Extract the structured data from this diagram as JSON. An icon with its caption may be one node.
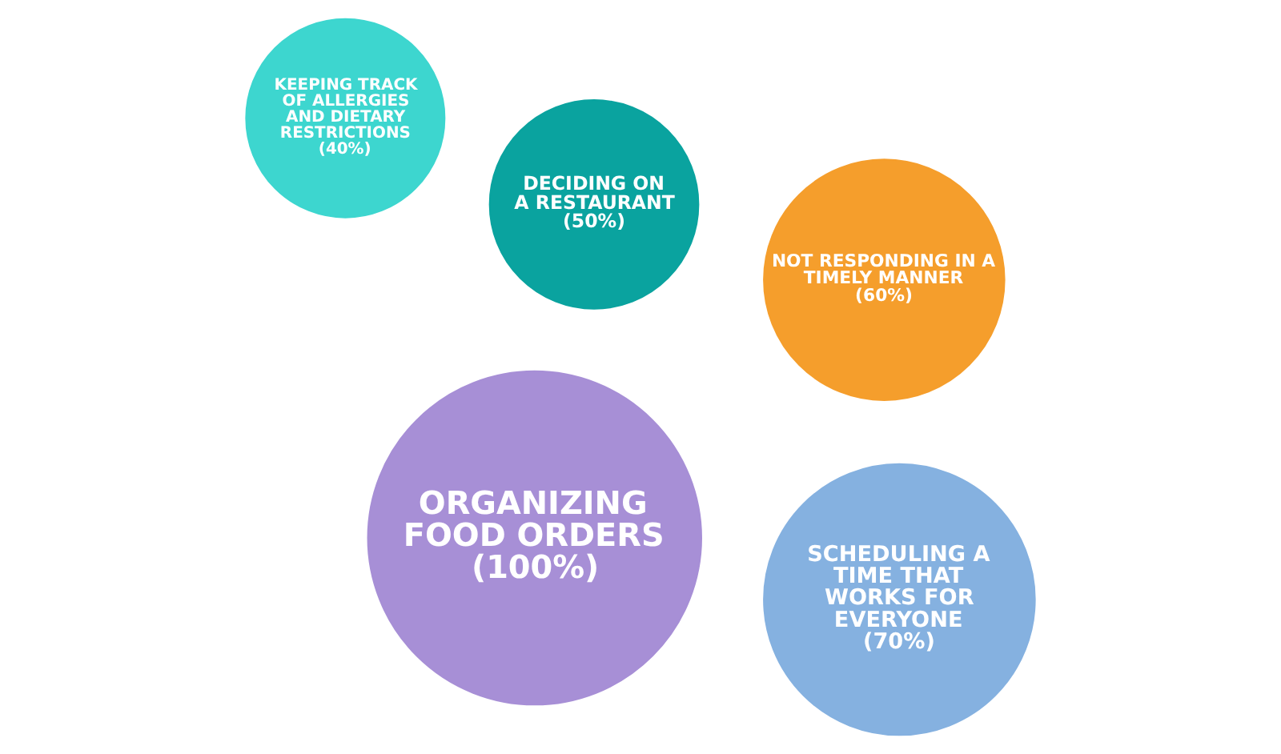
{
  "diagram": {
    "nodes": [
      {
        "text": [
          "DECIDING ON A RESTAURANT",
          "(50%)"
        ]
      },
      {
        "text": [
          "ORGANIZING FOOD ORDERS",
          "(100%)"
        ]
      },
      {
        "text": [
          "KEEPING TRACK OF ALLERGIES AND DIETARY RESTRICTIONS",
          "(40%)"
        ]
      },
      {
        "text": [
          "NOT RESPONDING IN A TIMELY MANNER",
          "(60%)"
        ]
      },
      {
        "text": [
          "SCHEDULING A TIME THAT WORKS FOR EVERYONE",
          "(70%)"
        ]
      }
    ],
    "edges": []
  }
}
